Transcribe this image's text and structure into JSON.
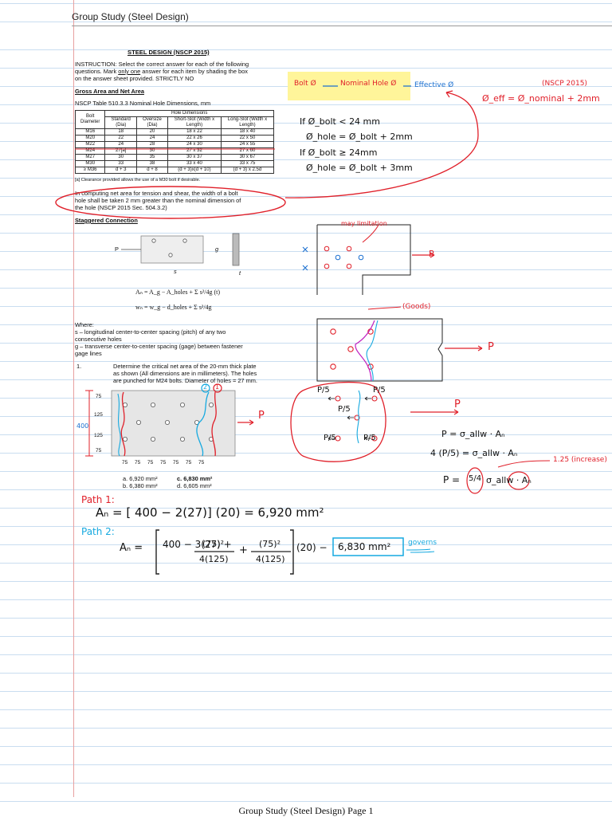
{
  "header": {
    "title": "Group Study (Steel Design)"
  },
  "footer": {
    "text": "Group Study (Steel Design) Page 1"
  },
  "doc": {
    "title": "STEEL DESIGN (NSCP 2015)",
    "instruction_1": "INSTRUCTION: Select the correct answer for each of the following",
    "instruction_2a": "questions. Mark ",
    "instruction_2b": "only one",
    "instruction_2c": " answer for each item by shading the box",
    "instruction_3": "on the answer sheet provided. STRICTLY NO",
    "section_gross": "Gross Area and Net Area",
    "table_caption": "NSCP Table 510.3.3 Nominal Hole Dimensions, mm",
    "table": {
      "group_header": "Hole Dimensions",
      "headers": [
        "Bolt Diameter",
        "Standard (Dia)",
        "Oversize (Dia)",
        "Short-Slot (Width x Length)",
        "Long-Slot (Width x Length)"
      ],
      "rows": [
        [
          "M16",
          "18",
          "20",
          "18 x 22",
          "18 x 40"
        ],
        [
          "M20",
          "22",
          "24",
          "22 x 26",
          "22 x 50"
        ],
        [
          "M22",
          "24",
          "28",
          "24 x 30",
          "24 x 55"
        ],
        [
          "M24",
          "27[a]",
          "30",
          "27 x 32",
          "27 x 60"
        ],
        [
          "M27",
          "30",
          "35",
          "30 x 37",
          "30 x 67"
        ],
        [
          "M30",
          "33",
          "38",
          "33 x 40",
          "33 x 75"
        ],
        [
          "≥ M36",
          "d + 3",
          "d + 8",
          "(d + 3)x(d + 10)",
          "(d + 3) x 2.5d"
        ]
      ],
      "footnote": "[a] Clearance provided allows the use of a M30 bolt if desirable."
    },
    "netarea_note_1": "In computing net area for tension and shear, the width of a bolt",
    "netarea_note_2": "hole shall be taken 2 mm greater than the nominal dimension of",
    "netarea_note_3": "the hole (NSCP 2015 Sec. 504.3.2)",
    "section_staggered": "Staggered Connection",
    "formula_an": "Aₙ = A_g − A_holes + Σ s²/4g (t)",
    "formula_wn": "wₙ = w_g − d_holes + Σ s²/4g",
    "where": "Where:",
    "where_s_1": "s – longitudinal center-to-center spacing (pitch) of any two",
    "where_s_2": "consecutive holes",
    "where_g_1": "g – transverse center-to-center spacing (gage) between fastener",
    "where_g_2": "gage lines",
    "problem_num": "1.",
    "problem_1": "Determine the critical net area of the 20-mm thick plate",
    "problem_2": "as shown (All dimensions are in millimeters). The holes",
    "problem_3": "are punched for M24 bolts. Diameter of holes = 27 mm.",
    "dims_v": [
      "75",
      "125",
      "125",
      "75"
    ],
    "dims_h": [
      "75",
      "75",
      "75",
      "75",
      "75",
      "75",
      "75"
    ],
    "choice_a": "a.   6,920 mm²",
    "choice_b": "b.   6,380 mm²",
    "choice_c": "c. 6,830 mm²",
    "choice_d": "d. 6,605 mm²",
    "fig_p": "P",
    "fig_s": "s",
    "fig_g": "g",
    "fig_t": "t"
  },
  "notes": {
    "bolt": "Bolt Ø",
    "nominal": "Nominal Hole Ø",
    "effective": "Effective Ø",
    "nscp": "(NSCP 2015)",
    "phi_eff": "Ø_eff = Ø_nominal + 2mm",
    "if1": "If Ø_bolt < 24 mm",
    "eq1": "Ø_hole = Ø_bolt + 2mm",
    "if2": "If Ø_bolt ≥ 24mm",
    "eq2": "Ø_hole = Ø_bolt + 3mm",
    "may_limitation": "may limitation",
    "goods": "(Goods)",
    "p": "P",
    "p5": "P/5",
    "eq_p1": "P = σ_allw · Aₙ",
    "eq_p2": "4 (P/5) = σ_allw · Aₙ",
    "eq_p3a": "P =",
    "eq_p3b": "5/4",
    "eq_p3c": "σ_allw · Aₙ",
    "increase": "1.25 (increase)",
    "path1": "Path 1:",
    "path1_eq": "Aₙ = [ 400 −  2(27)] (20) = 6,920 mm²",
    "path2": "Path 2:",
    "path2_eq_a": "Aₙ =",
    "path2_eq_b": "400 − 3(27) +",
    "path2_frac": "(75)²",
    "path2_den": "4(125)",
    "path2_eq_c": "(20) −",
    "path2_result": "6,830 mm²",
    "governs": "governs",
    "label_400": "400",
    "label_1": "1",
    "label_2": "2"
  },
  "colors": {
    "red": "#e0202a",
    "blue": "#1a6fd0",
    "cyan": "#15a9e0",
    "magenta": "#c020c0",
    "yellow": "#fff59a"
  }
}
